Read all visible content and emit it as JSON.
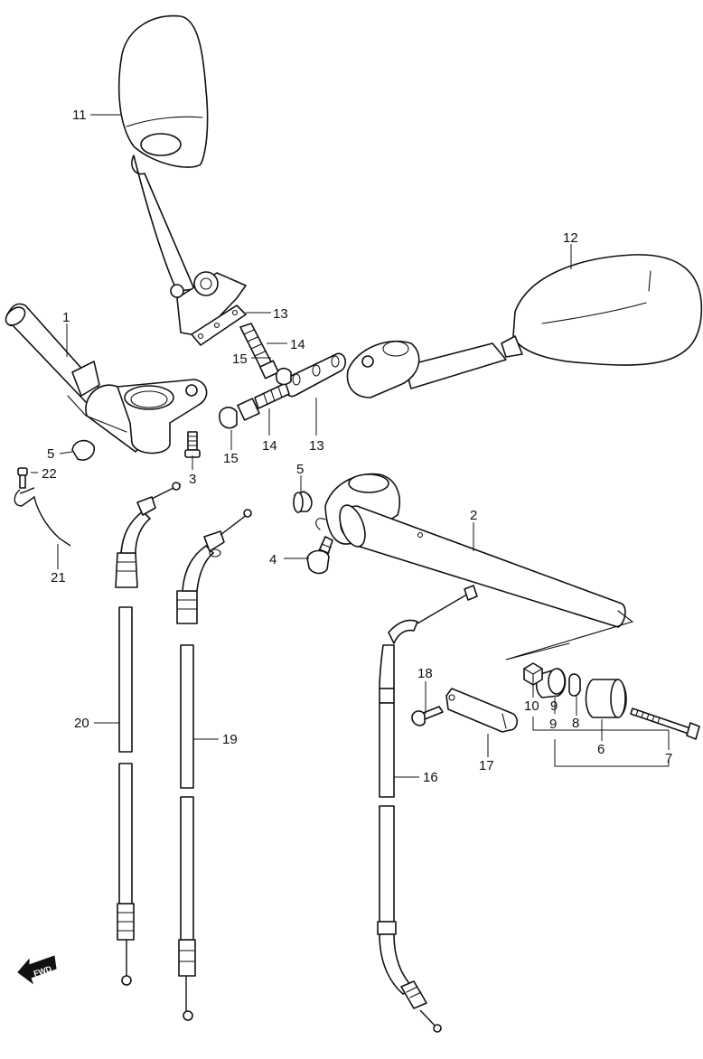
{
  "callouts": {
    "c1": "1",
    "c2": "2",
    "c3": "3",
    "c4": "4",
    "c5a": "5",
    "c5b": "5",
    "c6": "6",
    "c7": "7",
    "c8": "8",
    "c9a": "9",
    "c9b": "9",
    "c10": "10",
    "c11": "11",
    "c12": "12",
    "c13a": "13",
    "c13b": "13",
    "c14a": "14",
    "c14b": "14",
    "c15a": "15",
    "c15b": "15",
    "c16": "16",
    "c17": "17",
    "c18": "18",
    "c19": "19",
    "c20": "20",
    "c21": "21",
    "c22": "22"
  },
  "fwd_badge": "FWD"
}
